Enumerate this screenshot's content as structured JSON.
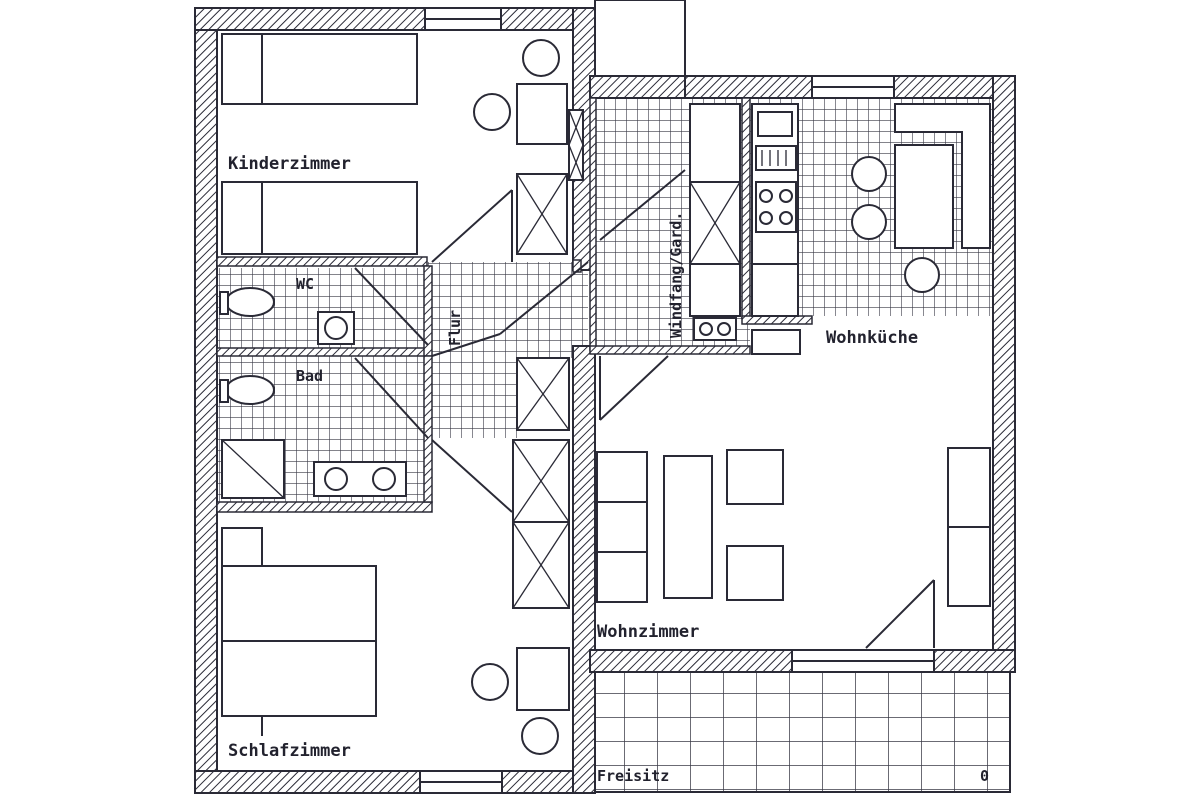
{
  "rooms": {
    "kinderzimmer": "Kinderzimmer",
    "wc": "WC",
    "bad": "Bad",
    "flur": "Flur",
    "windfang": "Windfang/Gard.",
    "wohnkueche": "Wohnküche",
    "wohnzimmer": "Wohnzimmer",
    "schlafzimmer": "Schlafzimmer",
    "freisitz": "Freisitz"
  },
  "compass_mark": "0"
}
